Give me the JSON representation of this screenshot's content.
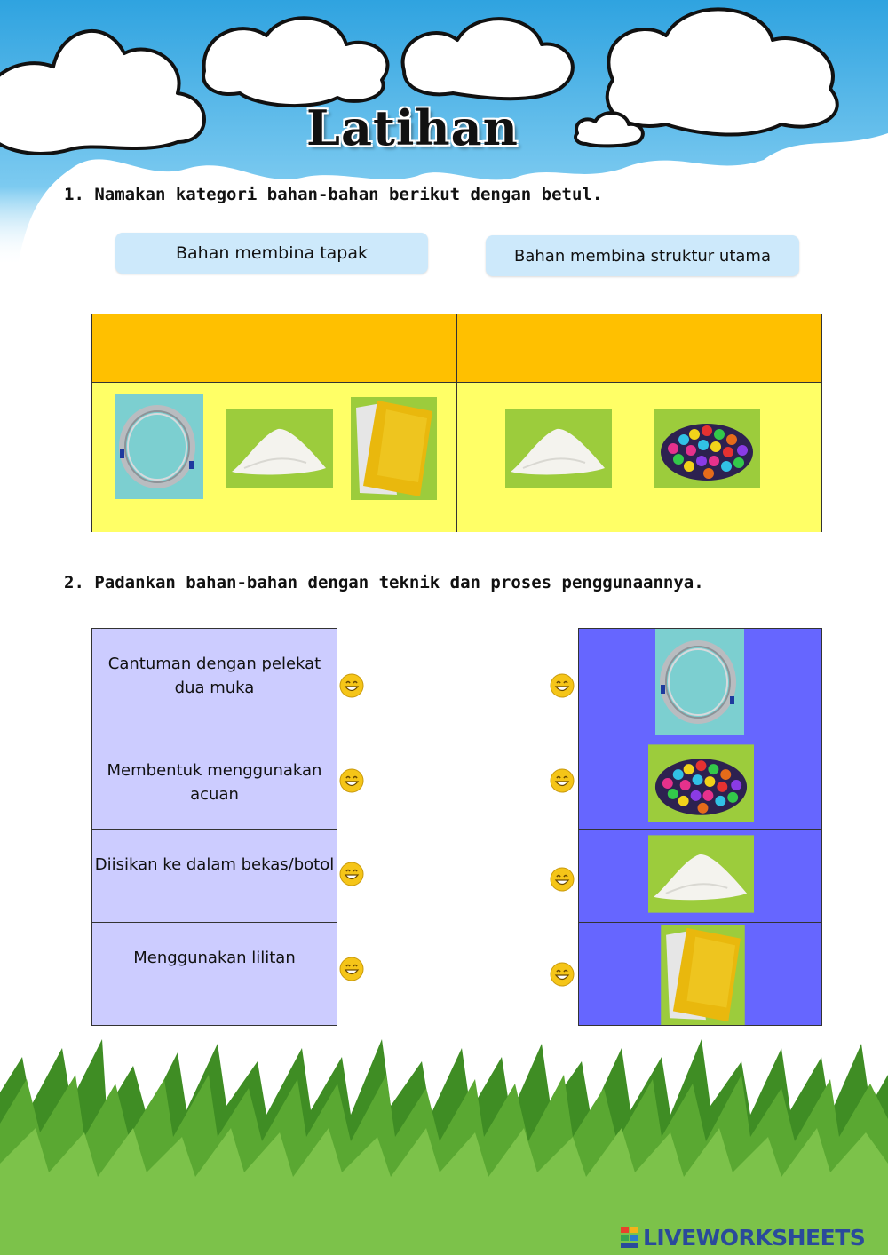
{
  "title": "Latihan",
  "question1": "1. Namakan kategori bahan-bahan berikut dengan betul.",
  "category_options": [
    "Bahan membina tapak",
    "Bahan membina struktur utama"
  ],
  "category_table": {
    "left_items": [
      "wire-coil",
      "white-powder",
      "yellow-paper"
    ],
    "right_items": [
      "white-powder",
      "colored-stones"
    ]
  },
  "question2": "2. Padankan bahan-bahan dengan teknik dan proses penggunaannya.",
  "techniques": [
    "Cantuman dengan pelekat dua muka",
    "Membentuk menggunakan acuan",
    "Diisikan ke dalam bekas/botol",
    "Menggunakan lilitan"
  ],
  "materials": [
    "wire-coil",
    "colored-stones",
    "white-powder",
    "yellow-paper"
  ],
  "watermark": "LIVEWORKSHEETS",
  "colors": {
    "chip": "#cde9fb",
    "table_header": "#ffc000",
    "table_body": "#ffff66",
    "technique_cell": "#ccccff",
    "material_cell": "#6666ff",
    "sky": "#4fb3e6",
    "grass": "#5aa832",
    "watermark": "#2a4a9b"
  }
}
